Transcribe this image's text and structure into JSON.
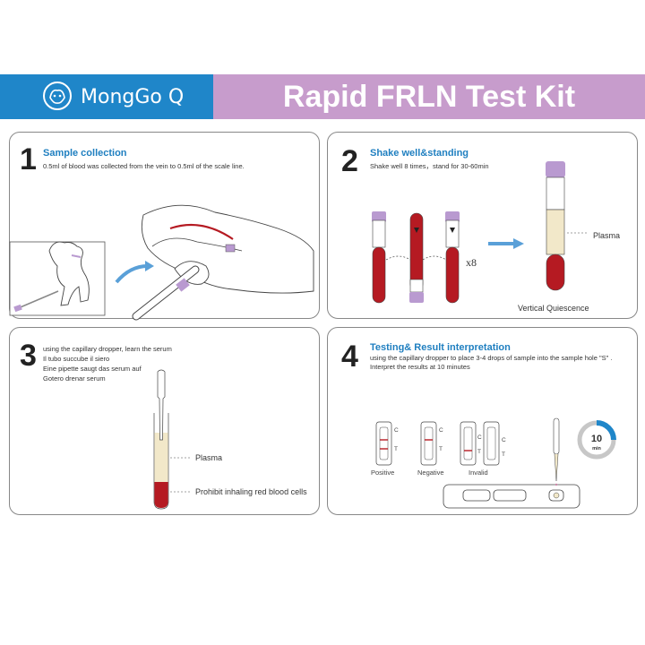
{
  "header": {
    "brand": "MongGo Q",
    "title": "Rapid FRLN Test Kit"
  },
  "step1": {
    "number": "1",
    "title": "Sample collection",
    "text": "0.5ml of blood was collected from the vein to 0.5ml of the scale line."
  },
  "step2": {
    "number": "2",
    "title": "Shake well&standing",
    "text": "Shake well 8 times，stand for 30-60min",
    "times": "x8",
    "plasma_label": "Plasma",
    "caption": "Vertical Quiescence"
  },
  "step3": {
    "number": "3",
    "lines": [
      "using the capillary dropper, learn the serum",
      "Il tubo succube il siero",
      "Eine pipette saugt das serum auf",
      "Gotero drenar serum"
    ],
    "plasma_label": "Plasma",
    "rbc_label": "Prohibit inhaling red blood cells"
  },
  "step4": {
    "number": "4",
    "title": "Testing& Result interpretation",
    "line1": "using the capillary dropper to place 3-4 drops of sample into the sample hole \"S\" .",
    "line2": "Interpret the results at 10 minutes",
    "results": [
      "Positive",
      "Negative",
      "Invalid"
    ],
    "c_mark": "C",
    "t_mark": "T",
    "timer_value": "10",
    "timer_unit": "min",
    "timer_progress": 0.25
  },
  "colors": {
    "blue": "#1f86c9",
    "purple": "#c79ccc",
    "blood": "#b51a22",
    "plasma": "#f2e8c9",
    "cap": "#b99ad0"
  }
}
